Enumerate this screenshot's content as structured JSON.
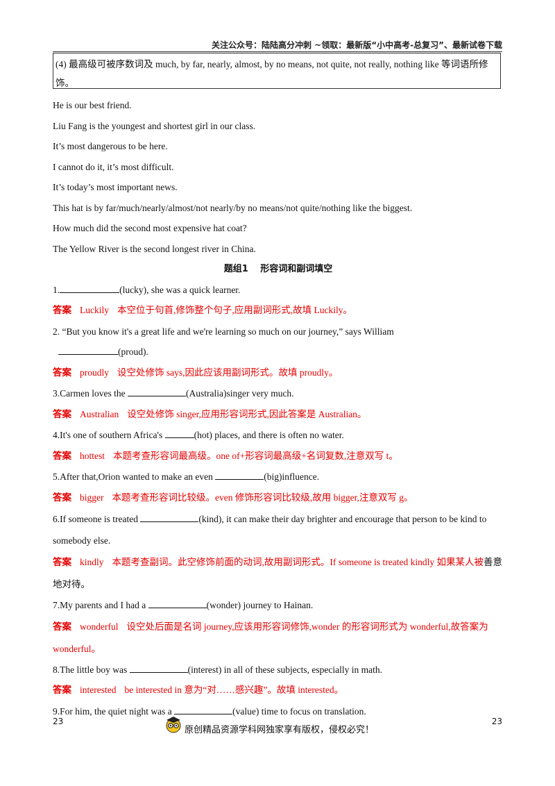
{
  "header": {
    "text": "关注公众号：陆陆高分冲刺 ~领取：最新版“小中高考-总复习”、最新试卷下载"
  },
  "note": {
    "text": "(4) 最高级可被序数词及 much, by far, nearly, almost, by no means, not quite, not really, nothing like 等词语所修饰。"
  },
  "examples": [
    "He is our best friend.",
    "Liu Fang is the youngest and shortest girl in our class.",
    "It’s most dangerous to be here.",
    "I cannot do it, it’s most difficult.",
    "It’s today’s most important news.",
    "This hat is by far/much/nearly/almost/not nearly/by no means/not quite/nothing like the biggest.",
    "How much did the second most expensive hat coat?",
    "The Yellow River is the second longest river in China."
  ],
  "section_title": "题组1　 形容词和副词填空",
  "answer_label": "答案",
  "q1": {
    "pre": "1.",
    "post": "(lucky), she was a quick learner."
  },
  "a1": {
    "word": "Luckily",
    "text": "本空位于句首,修饰整个句子,应用副词形式,故填 Luckily。"
  },
  "q2": {
    "line1": "2.  “But you know it's a great life and we're learning so much on our journey,” says William",
    "post": "(proud)."
  },
  "a2": {
    "word": "proudly",
    "text": "设空处修饰 says,因此应该用副词形式。故填 proudly。"
  },
  "q3": {
    "pre": "3.Carmen loves the ",
    "post": "(Australia)singer very much."
  },
  "a3": {
    "word": "Australian",
    "text": "设空处修饰 singer,应用形容词形式,因此答案是 Australian。"
  },
  "q4": {
    "pre": "4.It's one of southern Africa's ",
    "post": "(hot) places, and there is often no water."
  },
  "a4": {
    "word": "hottest",
    "text": "本题考查形容词最高级。one of+形容词最高级+名词复数,注意双写 t。"
  },
  "q5": {
    "pre": "5.After that,Orion wanted to make an even ",
    "post": "(big)influence."
  },
  "a5": {
    "word": "bigger",
    "text": "本题考查形容词比较级。even 修饰形容词比较级,故用 bigger,注意双写 g。"
  },
  "q6": {
    "pre": "6.If someone is treated ",
    "post": "(kind), it can make their day brighter and encourage that person to be kind to somebody else."
  },
  "a6": {
    "word": "kindly",
    "text": "本题考查副词。此空修饰前面的动词,故用副词形式。If someone is treated kindly 如果某人被",
    "text_black": "善意地对待。"
  },
  "q7": {
    "pre": "7.My parents and I had a ",
    "post": "(wonder) journey to Hainan."
  },
  "a7": {
    "word": "wonderful",
    "text": "设空处后面是名词 journey,应该用形容词修饰,wonder 的形容词形式为 wonderful,故答案为 wonderful。"
  },
  "q8": {
    "pre": "8.The little boy was ",
    "post": "(interest) in all of these subjects, especially in math."
  },
  "a8": {
    "word": "interested",
    "text": "be interested in 意为“对……感兴趣”。故填 interested。"
  },
  "q9": {
    "pre": "9.For him, the quiet night was a ",
    "post": "(value) time to focus on translation."
  },
  "footer": {
    "page_left": "23",
    "page_right": "23",
    "text": "原创精品资源学科网独家享有版权，侵权必究！"
  }
}
